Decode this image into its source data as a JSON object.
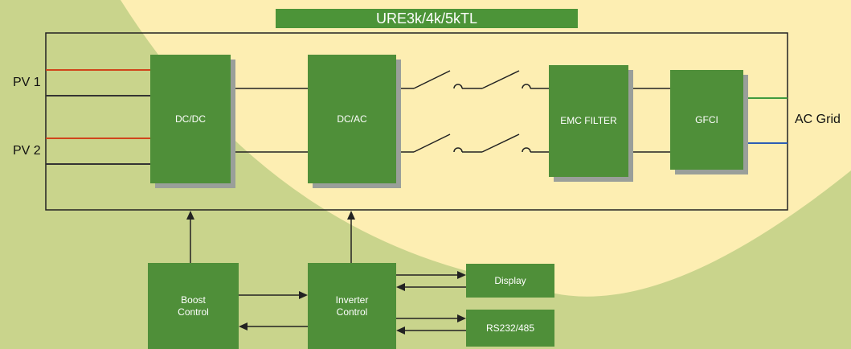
{
  "title": "URE3k/4k/5kTL",
  "inputs": {
    "pv1": "PV 1",
    "pv2": "PV 2"
  },
  "output": "AC Grid",
  "blocks": {
    "dcdc": "DC/DC",
    "dcac": "DC/AC",
    "emc": "EMC FILTER",
    "gfci": "GFCI",
    "boost": "Boost\nControl",
    "inverter": "Inverter\nControl",
    "display": "Display",
    "rs": "RS232/485"
  },
  "colors": {
    "background": "#c9d48c",
    "sun": "#fdeeb2",
    "block": "#4f8f39",
    "title_bar": "#4c9438",
    "dc_positive_wire": "#d0451b",
    "ac_line_wire": "#3f9a3f",
    "ac_neutral_wire": "#2d5db5"
  }
}
